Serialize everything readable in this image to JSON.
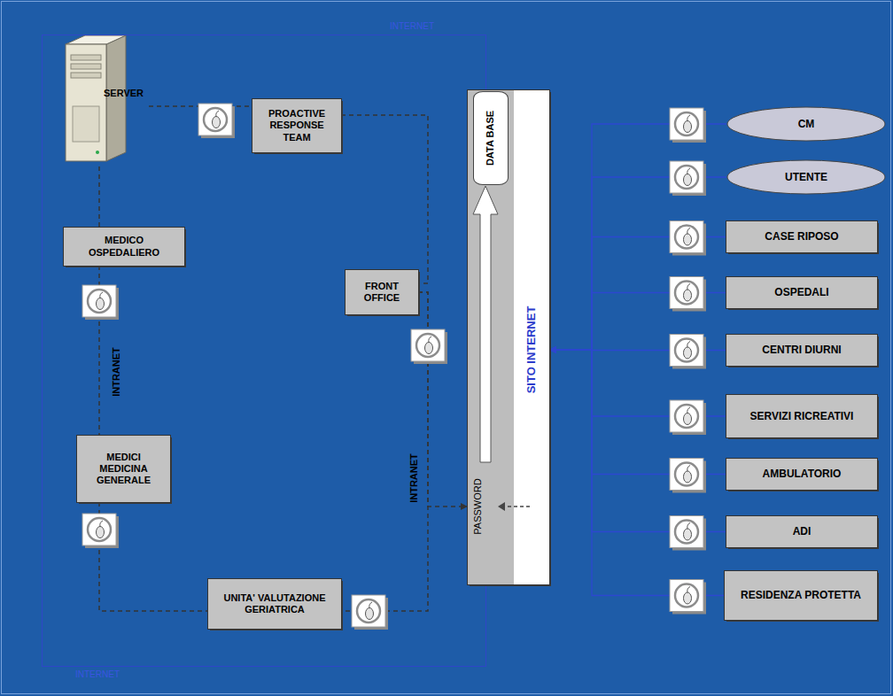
{
  "diagram": {
    "nodes": [
      {
        "text": [
          "INTERNET",
          "INTERNET"
        ]
      },
      {
        "text": [
          "SERVER"
        ],
        "in": 0
      },
      {
        "text": [
          "PROACTIVE RESPONSE TEAM"
        ],
        "in": 0
      },
      {
        "text": [
          "MEDICO OSPEDALIERO"
        ],
        "in": 0
      },
      {
        "text": [
          "FRONT OFFICE"
        ],
        "in": 0
      },
      {
        "text": [
          "MEDICI MEDICINA GENERALE"
        ],
        "in": 0
      },
      {
        "text": [
          "UNITA' VALUTAZIONE GERIATRICA"
        ],
        "in": 0
      },
      {
        "text": [
          "SITO INTERNET",
          "PASSWORD"
        ]
      },
      {
        "text": [
          "DATA BASE"
        ],
        "in": 7
      },
      {
        "text": [
          "CM"
        ]
      },
      {
        "text": [
          "UTENTE"
        ]
      },
      {
        "text": [
          "CASE RIPOSO"
        ]
      },
      {
        "text": [
          "OSPEDALI"
        ]
      },
      {
        "text": [
          "CENTRI DIURNI"
        ]
      },
      {
        "text": [
          "SERVIZI RICREATIVI"
        ]
      },
      {
        "text": [
          "AMBULATORIO"
        ]
      },
      {
        "text": [
          "ADI"
        ]
      },
      {
        "text": [
          "RESIDENZA PROTETTA"
        ]
      }
    ],
    "edges": [
      {
        "from": 1,
        "to": 2,
        "arrow": "none"
      },
      {
        "from": 1,
        "to": 3,
        "arrow": "none"
      },
      {
        "from": 3,
        "to": 5,
        "label": "INTRANET",
        "arrow": "none"
      },
      {
        "from": 5,
        "to": 6,
        "arrow": "none"
      },
      {
        "from": 2,
        "to": 4,
        "arrow": "none"
      },
      {
        "from": 4,
        "to": 6,
        "label": "INTRANET",
        "arrow": "none"
      },
      {
        "from": 4,
        "to": 7,
        "arrow": "to"
      },
      {
        "from": 9,
        "to": 7,
        "arrow": "to"
      },
      {
        "from": 10,
        "to": 7,
        "arrow": "to"
      },
      {
        "from": 11,
        "to": 7,
        "arrow": "to"
      },
      {
        "from": 12,
        "to": 7,
        "arrow": "to"
      },
      {
        "from": 13,
        "to": 7,
        "arrow": "to"
      },
      {
        "from": 14,
        "to": 7,
        "arrow": "to"
      },
      {
        "from": 15,
        "to": 7,
        "arrow": "to"
      },
      {
        "from": 16,
        "to": 7,
        "arrow": "to"
      },
      {
        "from": 17,
        "to": 7,
        "arrow": "to"
      }
    ]
  }
}
